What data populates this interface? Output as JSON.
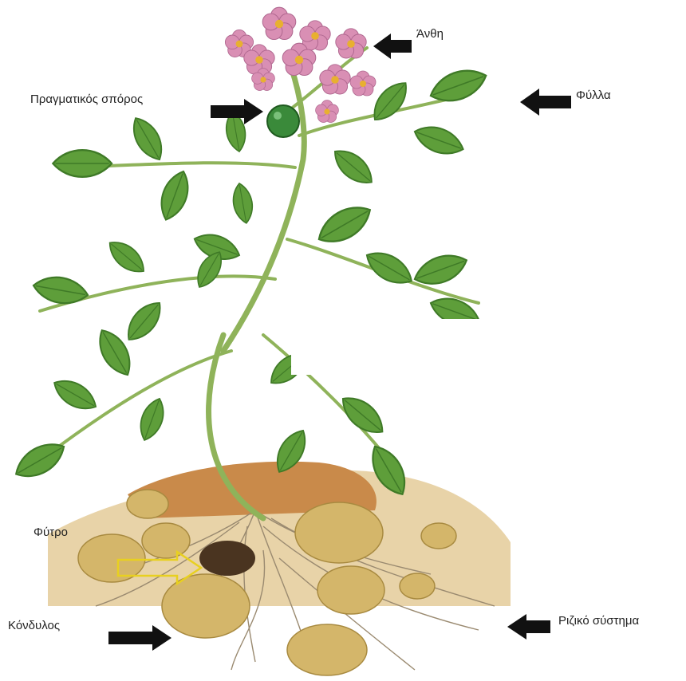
{
  "labels": {
    "flowers": "Άνθη",
    "true_seed": "Πραγματικός σπόρος",
    "leaves": "Φύλλα",
    "sprout": "Φύτρο",
    "tuber": "Κόνδυλος",
    "root_system": "Ριζικό σύστημα"
  },
  "colors": {
    "soil": "#c98a4a",
    "ground": "#e8d3a8",
    "leaf": "#5e9e3a",
    "leaf_dark": "#3f7a27",
    "stem": "#8fb35a",
    "flower": "#d98fb4",
    "flower_center": "#e8b030",
    "tuber": "#d4b66a",
    "root": "#9a8a70",
    "arrow": "#111111",
    "sprout_arrow": "#e8d020"
  }
}
